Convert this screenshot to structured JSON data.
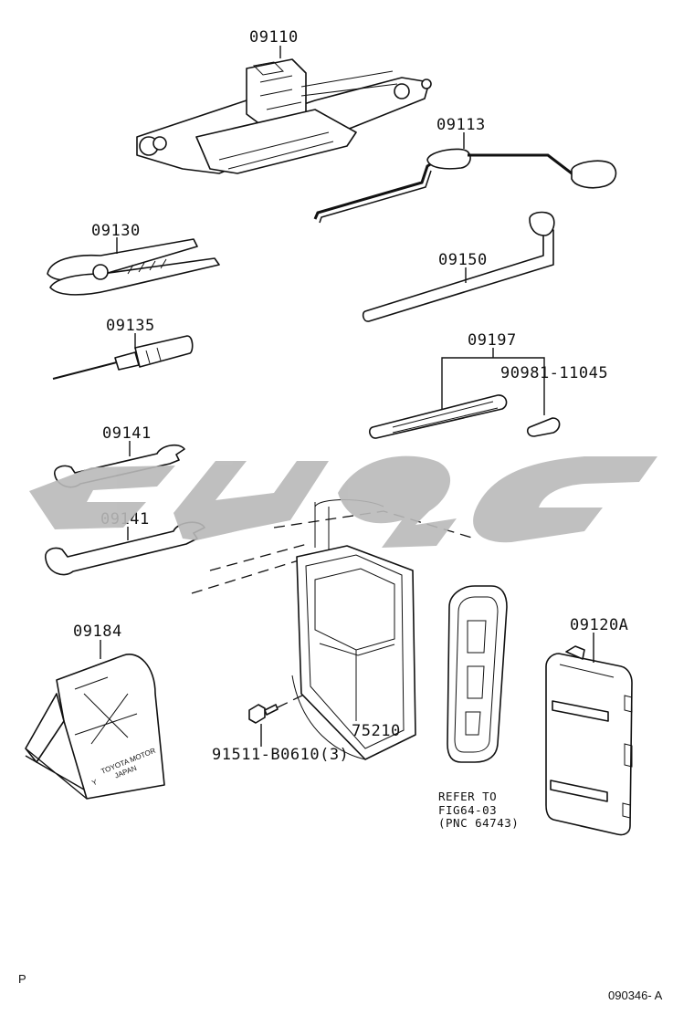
{
  "parts": {
    "jack": "09110",
    "handle": "09113",
    "pliers": "09130",
    "lug_wrench": "09150",
    "screwdriver": "09135",
    "tool_group": "09197",
    "tool_sub": "90981-11045",
    "wrench_a": "09141",
    "wrench_b": "09141",
    "triangle": "09184",
    "tool_bag": "09120A",
    "tray": "75210",
    "bolt": "91511-B0610(3)"
  },
  "notes": {
    "refer_line1": "REFER TO",
    "refer_line2": "FIG64-03",
    "refer_line3": "(PNC 64743)"
  },
  "stamp": {
    "line1": "TOYOTA MOTOR",
    "line2": "JAPAN",
    "line3": "Y"
  },
  "corner": {
    "left": "P",
    "right": "090346- A"
  },
  "colors": {
    "ink": "#111111",
    "watermark": "#b9b9b9"
  }
}
